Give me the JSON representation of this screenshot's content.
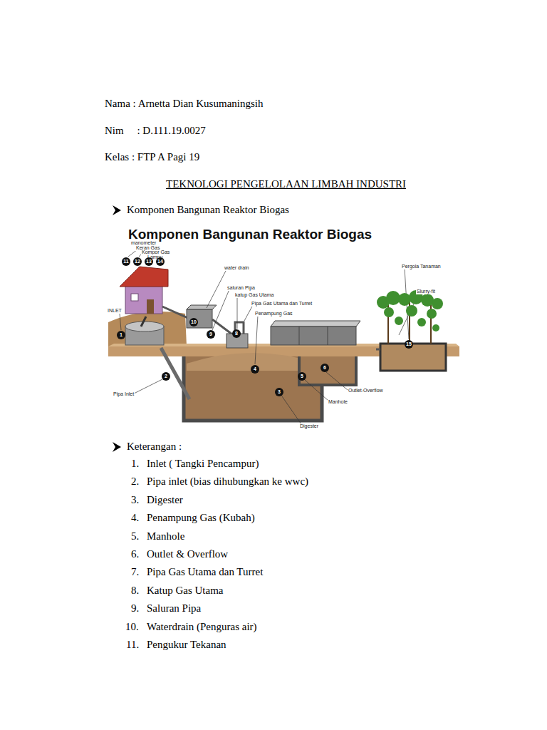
{
  "diagram": {
    "title": "TEKNOLOGI PENGELOLAAN LIMBAH INDUSTRI",
    "labels": [
      "Nama : Arnetta Dian Kusumaningsih",
      "Nim     : D.111.19.0027",
      "Kelas : FTP A Pagi 19",
      "Komponen Bangunan Reaktor Biogas",
      "Komponen Bangunan Reaktor Biogas",
      "manometer",
      "Keran Gas",
      "Kompor Gas",
      "Lampu",
      "11",
      "12",
      "13",
      "14",
      "water drain",
      "saluran Pipa",
      "katup Gas Utama",
      "Pipa Gas Utama dan Turret",
      "Penampung Gas",
      "Pergola Tanaman",
      "Slurry-fit",
      "INLET",
      "1",
      "10",
      "9",
      "8",
      "4",
      "15",
      "2",
      "5",
      "6",
      "3",
      "Pipa Inlet",
      "Outlet-Overflow",
      "Manhole",
      "Digester",
      "Keterangan :",
      "1.",
      "Inlet ( Tangki Pencampur)",
      "2.",
      "Pipa inlet (bias dihubungkan ke wwc)",
      "3.",
      "Digester",
      "4.",
      "Penampung Gas (Kubah)",
      "5.",
      "Manhole",
      "6.",
      "Outlet & Overflow",
      "7.",
      "Pipa Gas Utama dan Turret",
      "8.",
      "Katup Gas Utama",
      "9.",
      "Saluran Pipa",
      "10.",
      "Waterdrain (Penguras air)",
      "11.",
      "Pengukur Tekanan"
    ]
  }
}
